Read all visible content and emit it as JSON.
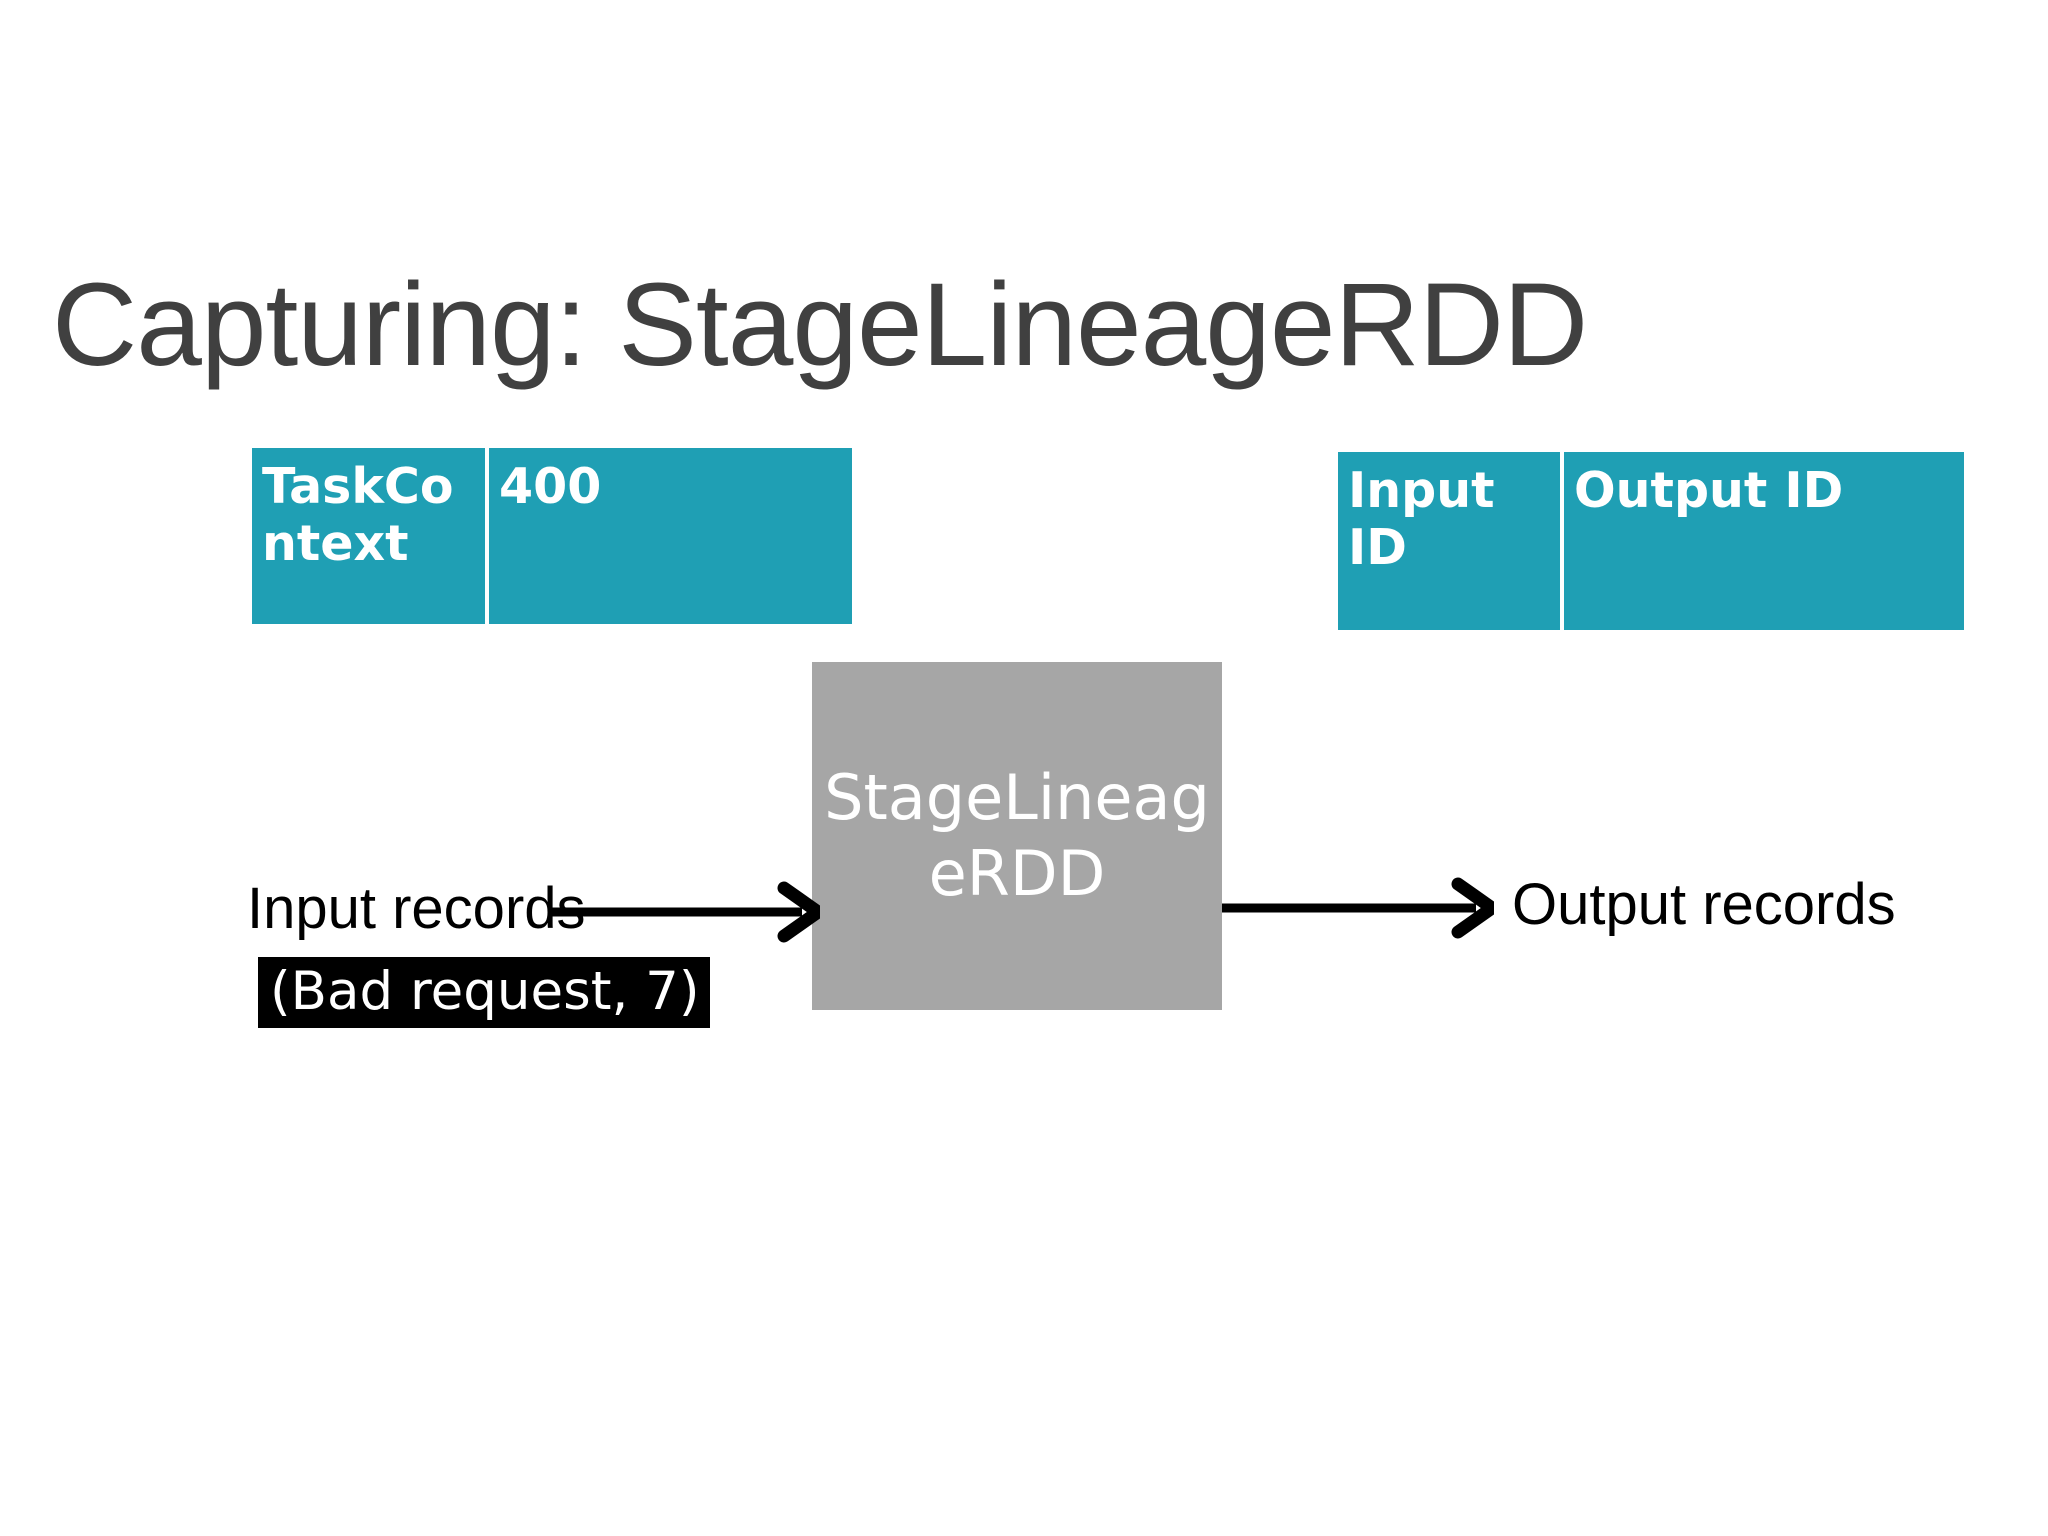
{
  "slide": {
    "title": "Capturing: StageLineageRDD",
    "background_color": "#ffffff",
    "title_color": "#404040"
  },
  "theme": {
    "teal": "#1f9fb4",
    "gray": "#a6a6a6",
    "highlight_background": "#000000",
    "highlight_text": "#ffffff"
  },
  "tables": {
    "task_context": {
      "key_label": "TaskContext",
      "value_label": "400"
    },
    "lineage_ids": {
      "input_label": "Input ID",
      "output_label": "Output ID"
    }
  },
  "process_box": {
    "label": "StageLineageRDD"
  },
  "flow": {
    "input_label": "Input records",
    "input_record": "(Bad request, 7)",
    "output_label": "Output records",
    "input_arrow": "arrow-right",
    "output_arrow": "arrow-right"
  }
}
